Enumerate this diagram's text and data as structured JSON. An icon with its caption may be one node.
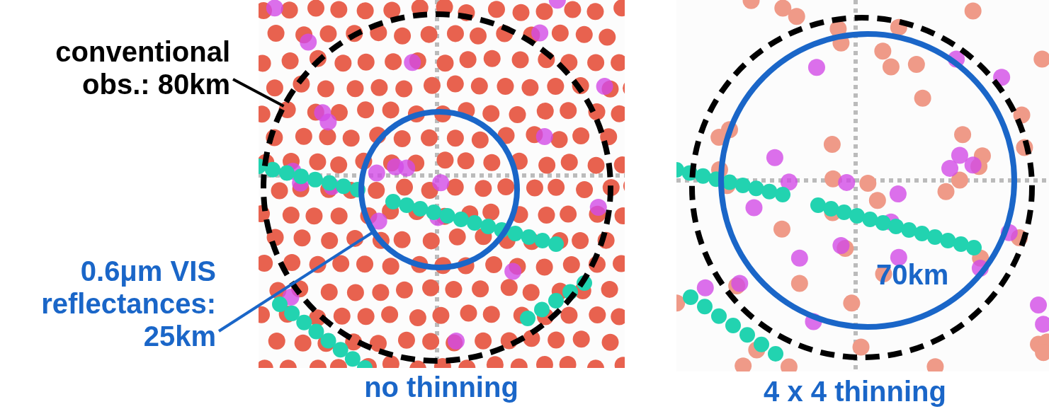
{
  "diagram": {
    "nodes": [
      {
        "text": [
          "conventional obs.: 80km"
        ]
      },
      {
        "text": [],
        "shape": "circle"
      },
      {
        "text": [],
        "shape": "circle",
        "in": 1
      },
      {
        "text": [
          "0.6μm VIS reflectances: 25km"
        ]
      },
      {
        "text": [
          "70km"
        ]
      }
    ],
    "edges": [
      {
        "from": 0,
        "to": 1,
        "arrow": "none"
      },
      {
        "from": 3,
        "to": 2,
        "arrow": "none",
        "color": "#1a66c8"
      }
    ],
    "labels": [
      "no thinning",
      "4 x 4 thinning"
    ]
  }
}
